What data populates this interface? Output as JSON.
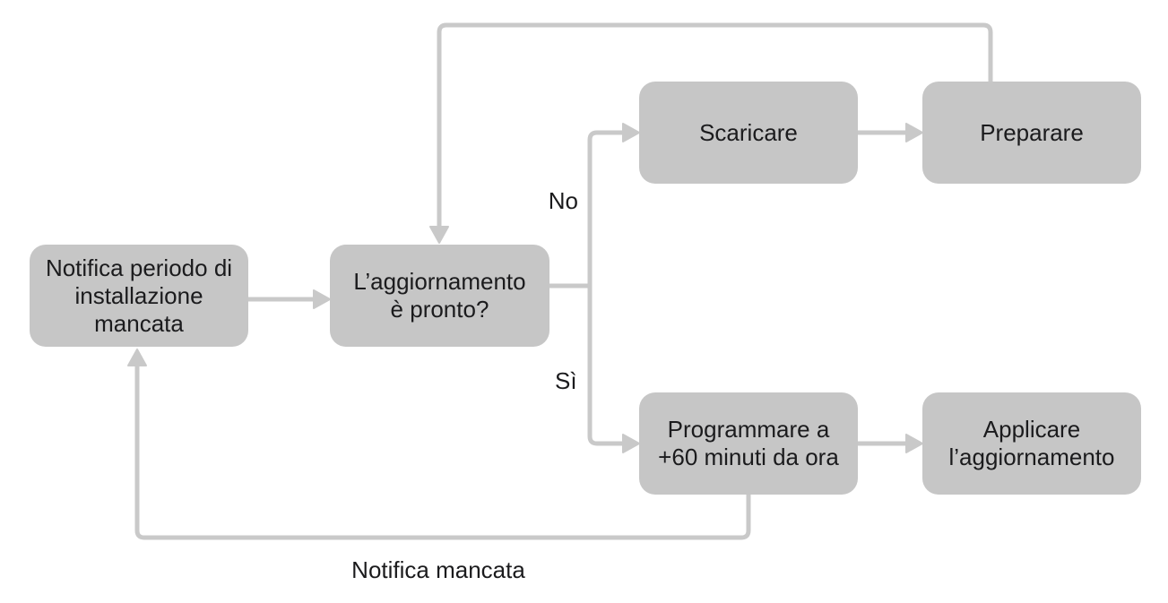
{
  "diagram": {
    "background_color": "#ffffff",
    "node_fill_color": "#c6c6c6",
    "connector_color": "#c9c9c9",
    "text_color": "#1b1b1d",
    "nodes": [
      {
        "id": "notifica-periodo",
        "label": "Notifica periodo di\ninstallazione\nmancata"
      },
      {
        "id": "aggiornamento-pronto",
        "label": "L’aggiornamento\nè pronto?"
      },
      {
        "id": "scaricare",
        "label": "Scaricare"
      },
      {
        "id": "preparare",
        "label": "Preparare"
      },
      {
        "id": "programmare",
        "label": "Programmare a\n+60 minuti da ora"
      },
      {
        "id": "applicare",
        "label": "Applicare\nl’aggiornamento"
      }
    ],
    "edge_labels": {
      "no": "No",
      "si": "Sì",
      "notifica_mancata": "Notifica mancata"
    },
    "edges": [
      {
        "from": "notifica-periodo",
        "to": "aggiornamento-pronto",
        "label": ""
      },
      {
        "from": "aggiornamento-pronto",
        "to": "scaricare",
        "label": "No"
      },
      {
        "from": "scaricare",
        "to": "preparare",
        "label": ""
      },
      {
        "from": "preparare",
        "to": "aggiornamento-pronto",
        "label": ""
      },
      {
        "from": "aggiornamento-pronto",
        "to": "programmare",
        "label": "Sì"
      },
      {
        "from": "programmare",
        "to": "applicare",
        "label": ""
      },
      {
        "from": "programmare",
        "to": "notifica-periodo",
        "label": "Notifica mancata"
      }
    ]
  }
}
